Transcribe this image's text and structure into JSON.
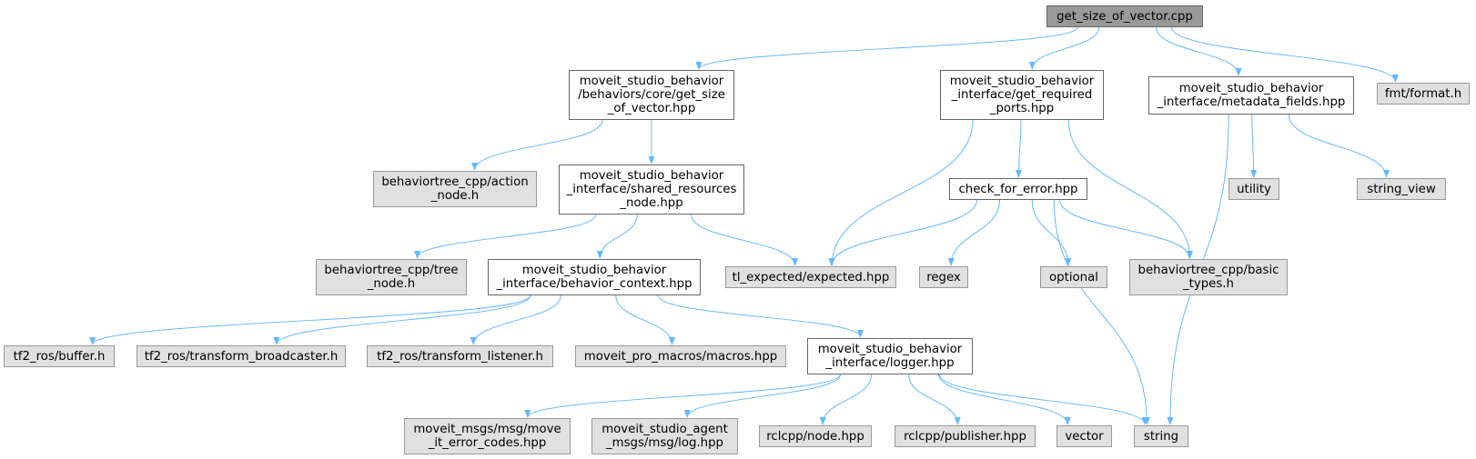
{
  "diagram": {
    "nodes": {
      "root": "get_size_of_vector.cpp",
      "get_size_hpp": "moveit_studio_behavior\n/behaviors/core/get_size\n_of_vector.hpp",
      "get_required_ports": "moveit_studio_behavior\n_interface/get_required\n_ports.hpp",
      "metadata_fields": "moveit_studio_behavior\n_interface/metadata_fields.hpp",
      "fmt_format": "fmt/format.h",
      "bt_action_node": "behaviortree_cpp/action\n_node.h",
      "shared_resources_node": "moveit_studio_behavior\n_interface/shared_resources\n_node.hpp",
      "check_for_error": "check_for_error.hpp",
      "utility": "utility",
      "string_view": "string_view",
      "bt_tree_node": "behaviortree_cpp/tree\n_node.h",
      "behavior_context": "moveit_studio_behavior\n_interface/behavior_context.hpp",
      "tl_expected": "tl_expected/expected.hpp",
      "regex": "regex",
      "optional": "optional",
      "bt_basic_types": "behaviortree_cpp/basic\n_types.h",
      "tf2_buffer": "tf2_ros/buffer.h",
      "tf2_broadcaster": "tf2_ros/transform_broadcaster.h",
      "tf2_listener": "tf2_ros/transform_listener.h",
      "macros": "moveit_pro_macros/macros.hpp",
      "logger": "moveit_studio_behavior\n_interface/logger.hpp",
      "move_it_error_codes": "moveit_msgs/msg/move\n_it_error_codes.hpp",
      "agent_log": "moveit_studio_agent\n_msgs/msg/log.hpp",
      "rclcpp_node": "rclcpp/node.hpp",
      "rclcpp_publisher": "rclcpp/publisher.hpp",
      "vector": "vector",
      "string": "string"
    },
    "edges": [
      [
        "root",
        "get_size_hpp"
      ],
      [
        "root",
        "get_required_ports"
      ],
      [
        "root",
        "metadata_fields"
      ],
      [
        "root",
        "fmt_format"
      ],
      [
        "get_size_hpp",
        "bt_action_node"
      ],
      [
        "get_size_hpp",
        "shared_resources_node"
      ],
      [
        "shared_resources_node",
        "bt_tree_node"
      ],
      [
        "shared_resources_node",
        "behavior_context"
      ],
      [
        "shared_resources_node",
        "tl_expected"
      ],
      [
        "get_required_ports",
        "check_for_error"
      ],
      [
        "get_required_ports",
        "tl_expected"
      ],
      [
        "get_required_ports",
        "bt_basic_types"
      ],
      [
        "check_for_error",
        "tl_expected"
      ],
      [
        "check_for_error",
        "regex"
      ],
      [
        "check_for_error",
        "optional"
      ],
      [
        "check_for_error",
        "bt_basic_types"
      ],
      [
        "check_for_error",
        "string"
      ],
      [
        "metadata_fields",
        "utility"
      ],
      [
        "metadata_fields",
        "string_view"
      ],
      [
        "metadata_fields",
        "string"
      ],
      [
        "behavior_context",
        "tf2_buffer"
      ],
      [
        "behavior_context",
        "tf2_broadcaster"
      ],
      [
        "behavior_context",
        "tf2_listener"
      ],
      [
        "behavior_context",
        "macros"
      ],
      [
        "behavior_context",
        "logger"
      ],
      [
        "logger",
        "move_it_error_codes"
      ],
      [
        "logger",
        "agent_log"
      ],
      [
        "logger",
        "rclcpp_node"
      ],
      [
        "logger",
        "rclcpp_publisher"
      ],
      [
        "logger",
        "vector"
      ],
      [
        "logger",
        "string"
      ]
    ],
    "colors": {
      "edge": "#63b8ff",
      "root_fill": "#999999",
      "project_fill": "#ffffff",
      "external_fill": "#e0e0e0",
      "border_dark": "#666666",
      "border_light": "#999999"
    }
  }
}
